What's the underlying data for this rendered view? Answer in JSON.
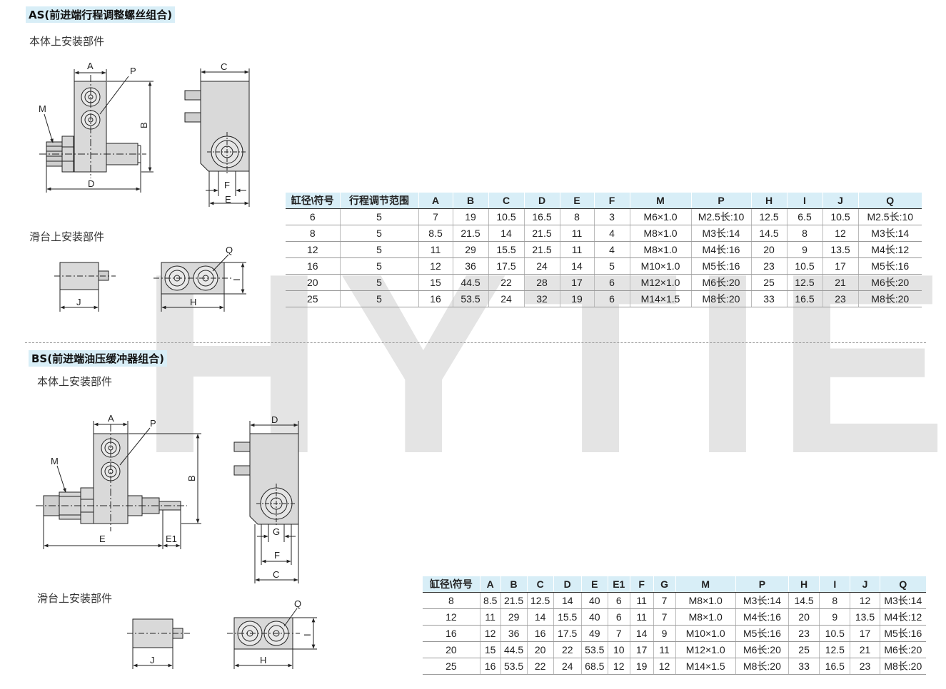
{
  "watermark": "HYTIE",
  "as_section": {
    "title": "AS(前进端行程调整螺丝组合)",
    "body_mount_label": "本体上安装部件",
    "slide_mount_label": "滑台上安装部件",
    "dims": {
      "A": "A",
      "B": "B",
      "C": "C",
      "D": "D",
      "E": "E",
      "F": "F",
      "M": "M",
      "P": "P",
      "Q": "Q",
      "J": "J",
      "H": "H",
      "I": "I"
    },
    "table": {
      "headers": [
        "缸径\\符号",
        "行程调节范围",
        "A",
        "B",
        "C",
        "D",
        "E",
        "F",
        "M",
        "P",
        "H",
        "I",
        "J",
        "Q"
      ],
      "rows": [
        [
          "6",
          "5",
          "7",
          "19",
          "10.5",
          "16.5",
          "8",
          "3",
          "M6×1.0",
          "M2.5长:10",
          "12.5",
          "6.5",
          "10.5",
          "M2.5长:10"
        ],
        [
          "8",
          "5",
          "8.5",
          "21.5",
          "14",
          "21.5",
          "11",
          "4",
          "M8×1.0",
          "M3长:14",
          "14.5",
          "8",
          "12",
          "M3长:14"
        ],
        [
          "12",
          "5",
          "11",
          "29",
          "15.5",
          "21.5",
          "11",
          "4",
          "M8×1.0",
          "M4长:16",
          "20",
          "9",
          "13.5",
          "M4长:12"
        ],
        [
          "16",
          "5",
          "12",
          "36",
          "17.5",
          "24",
          "14",
          "5",
          "M10×1.0",
          "M5长:16",
          "23",
          "10.5",
          "17",
          "M5长:16"
        ],
        [
          "20",
          "5",
          "15",
          "44.5",
          "22",
          "28",
          "17",
          "6",
          "M12×1.0",
          "M6长:20",
          "25",
          "12.5",
          "21",
          "M6长:20"
        ],
        [
          "25",
          "5",
          "16",
          "53.5",
          "24",
          "32",
          "19",
          "6",
          "M14×1.5",
          "M8长:20",
          "33",
          "16.5",
          "23",
          "M8长:20"
        ]
      ]
    }
  },
  "bs_section": {
    "title": "BS(前进端油压缓冲器组合)",
    "body_mount_label": "本体上安装部件",
    "slide_mount_label": "滑台上安装部件",
    "dims": {
      "A": "A",
      "B": "B",
      "C": "C",
      "D": "D",
      "E": "E",
      "E1": "E1",
      "F": "F",
      "G": "G",
      "M": "M",
      "P": "P",
      "Q": "Q",
      "J": "J",
      "H": "H",
      "I": "I"
    },
    "table": {
      "headers": [
        "缸径\\符号",
        "A",
        "B",
        "C",
        "D",
        "E",
        "E1",
        "F",
        "G",
        "M",
        "P",
        "H",
        "I",
        "J",
        "Q"
      ],
      "rows": [
        [
          "8",
          "8.5",
          "21.5",
          "12.5",
          "14",
          "40",
          "6",
          "11",
          "7",
          "M8×1.0",
          "M3长:14",
          "14.5",
          "8",
          "12",
          "M3长:14"
        ],
        [
          "12",
          "11",
          "29",
          "14",
          "15.5",
          "40",
          "6",
          "11",
          "7",
          "M8×1.0",
          "M4长:16",
          "20",
          "9",
          "13.5",
          "M4长:12"
        ],
        [
          "16",
          "12",
          "36",
          "16",
          "17.5",
          "49",
          "7",
          "14",
          "9",
          "M10×1.0",
          "M5长:16",
          "23",
          "10.5",
          "17",
          "M5长:16"
        ],
        [
          "20",
          "15",
          "44.5",
          "20",
          "22",
          "53.5",
          "10",
          "17",
          "11",
          "M12×1.0",
          "M6长:20",
          "25",
          "12.5",
          "21",
          "M6长:20"
        ],
        [
          "25",
          "16",
          "53.5",
          "22",
          "24",
          "68.5",
          "12",
          "19",
          "12",
          "M14×1.5",
          "M8长:20",
          "33",
          "16.5",
          "23",
          "M8长:20"
        ]
      ]
    }
  }
}
